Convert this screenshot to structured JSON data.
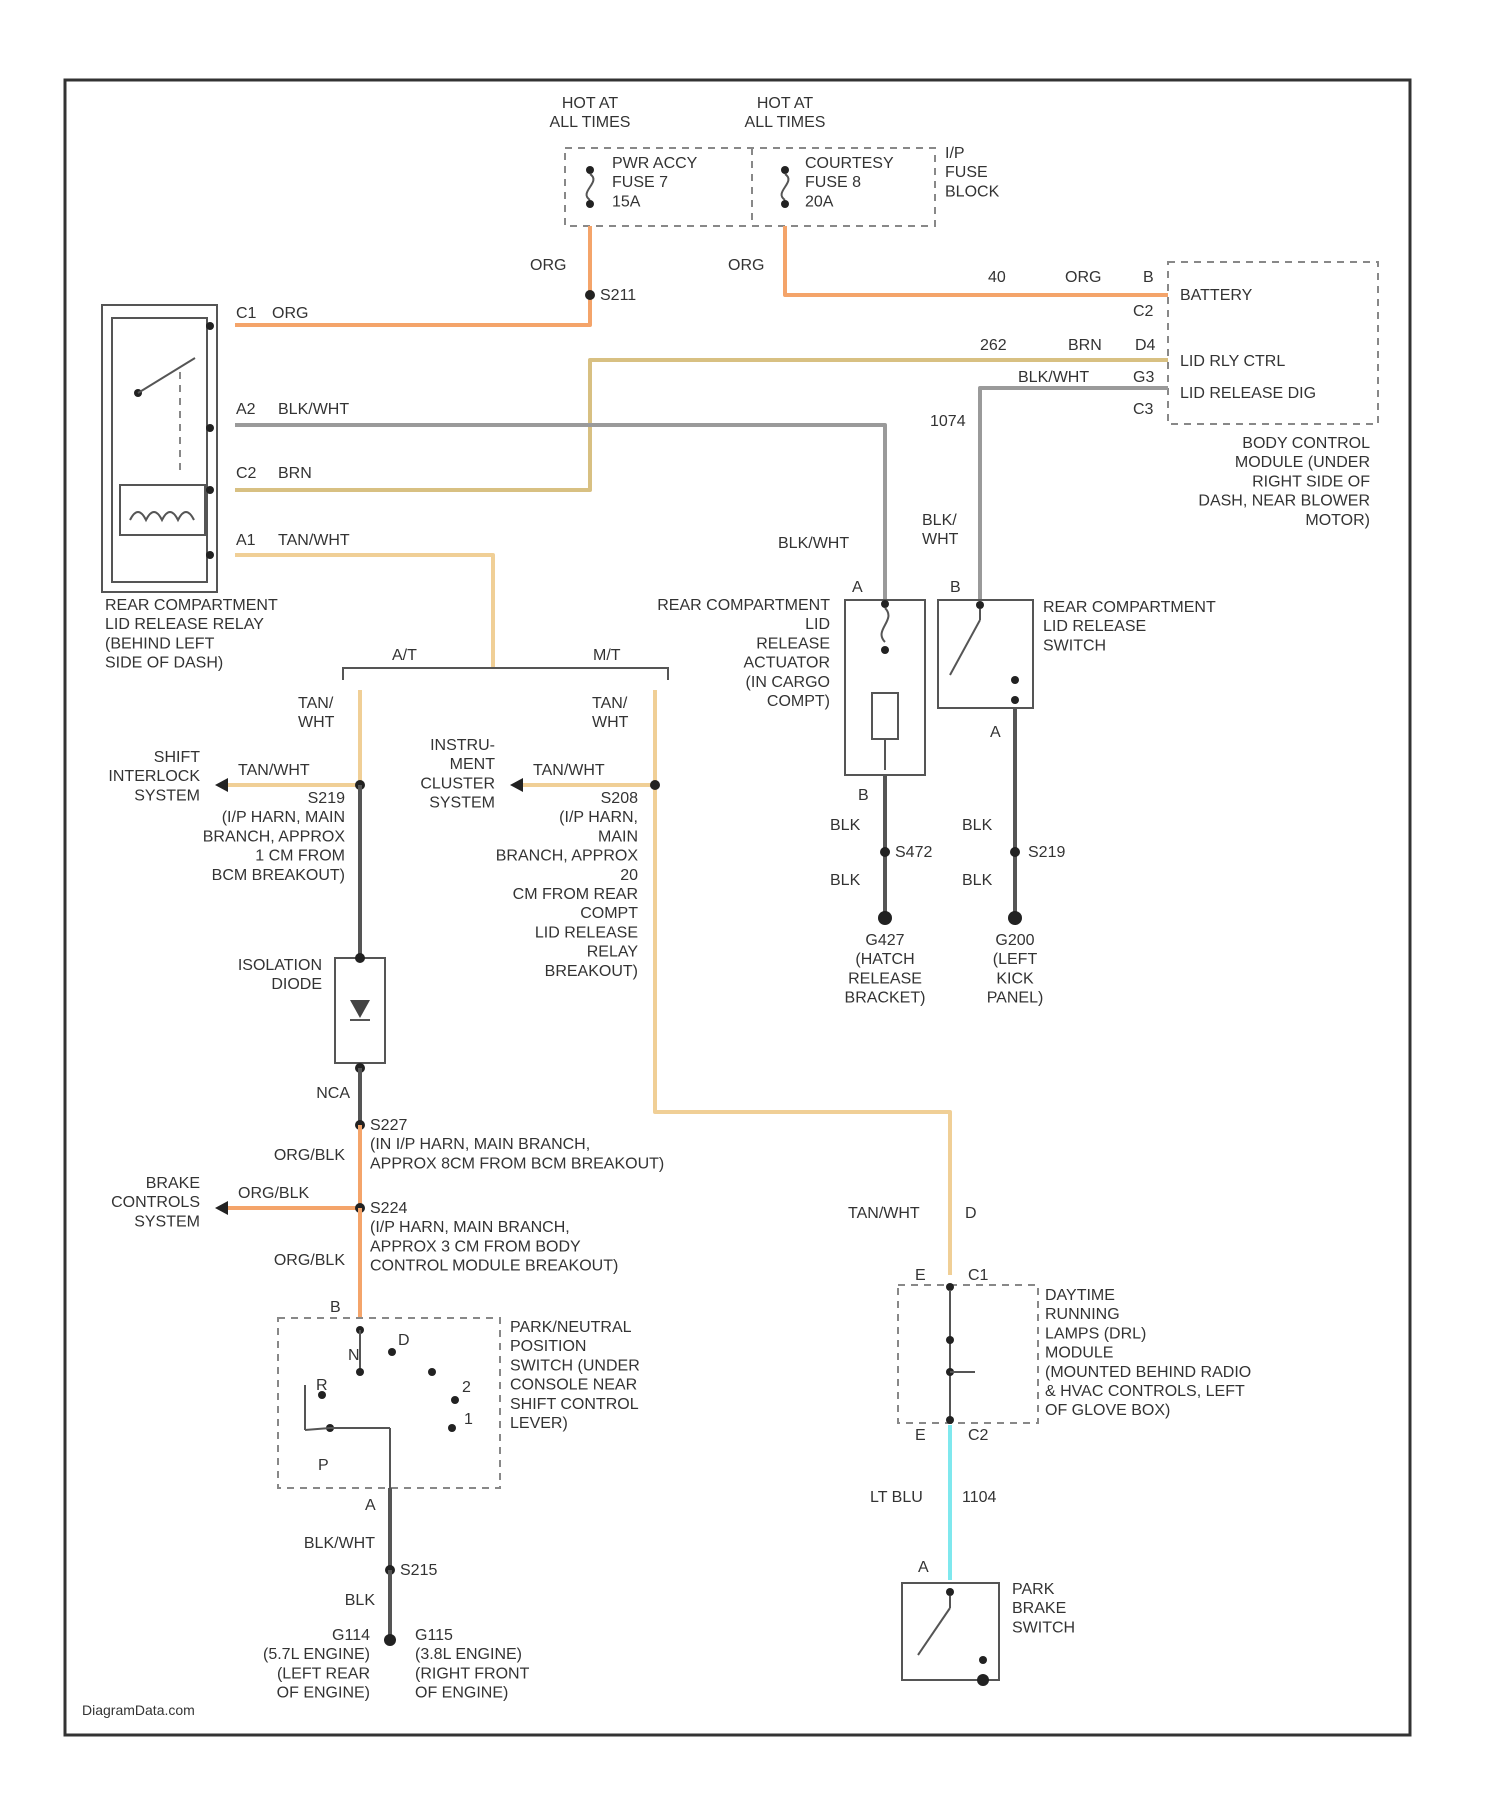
{
  "colors": {
    "org": "#f4a46a",
    "tan_wht": "#f0cf96",
    "brn": "#d8c082",
    "blk_wht": "#9a9a9a",
    "blk": "#555555",
    "lt_blu": "#7fe8ee",
    "frame": "#333333"
  },
  "fuse_block": {
    "hot1": "HOT AT\nALL TIMES",
    "hot2": "HOT AT\nALL TIMES",
    "fuse1": "PWR ACCY\nFUSE 7\n15A",
    "fuse2": "COURTESY\nFUSE 8\n20A",
    "name": "I/P\nFUSE\nBLOCK"
  },
  "wires": {
    "org_left": "ORG",
    "org_right": "ORG",
    "splice_s211": "S211",
    "bat_circuit": "40",
    "bat_color": "ORG",
    "bat_pin": "B",
    "c1_label": "C1",
    "c1_color": "ORG",
    "a2_label": "A2",
    "a2_color": "BLK/WHT",
    "c2_label": "C2",
    "c2_color": "BRN",
    "a1_label": "A1",
    "a1_color": "TAN/WHT",
    "ctrl_circuit": "262",
    "ctrl_color": "BRN",
    "ctrl_pin": "D4",
    "dig_color": "BLK/WHT",
    "dig_pin": "G3",
    "c2_pin": "C2",
    "c3_pin": "C3",
    "circuit_1074": "1074",
    "blk_wht_sw": "BLK/\nWHT",
    "blk_wht_act": "BLK/WHT"
  },
  "bcm": {
    "pins": [
      "BATTERY",
      "LID RLY CTRL",
      "LID RELEASE DIG"
    ],
    "name": "BODY CONTROL\nMODULE (UNDER\nRIGHT SIDE OF\nDASH, NEAR BLOWER\nMOTOR)"
  },
  "relay": {
    "name": "REAR COMPARTMENT\nLID RELEASE RELAY\n(BEHIND LEFT\nSIDE OF DASH)"
  },
  "transmission": {
    "at": "A/T",
    "mt": "M/T",
    "at_wire": "TAN/\nWHT",
    "mt_wire": "TAN/\nWHT"
  },
  "shift_interlock": {
    "system": "SHIFT\nINTERLOCK\nSYSTEM",
    "wire": "TAN/WHT",
    "splice": "S219\n(I/P HARN, MAIN\nBRANCH, APPROX\n1 CM FROM\nBCM BREAKOUT)",
    "nca": "NCA"
  },
  "cluster": {
    "system": "INSTRU-\nMENT\nCLUSTER\nSYSTEM",
    "wire": "TAN/WHT",
    "splice": "S208\n(I/P HARN,\nMAIN\nBRANCH, APPROX\n20\nCM FROM REAR\nCOMPT\nLID RELEASE\nRELAY\nBREAKOUT)"
  },
  "actuator": {
    "name": "REAR COMPARTMENT\nLID\nRELEASE\nACTUATOR\n(IN CARGO\nCOMPT)",
    "pin_a": "A",
    "pin_b": "B",
    "blk1": "BLK",
    "splice": "S472",
    "blk2": "BLK",
    "ground": "G427\n(HATCH\nRELEASE\nBRACKET)"
  },
  "lid_switch": {
    "name": "REAR COMPARTMENT\nLID RELEASE\nSWITCH",
    "pin_b": "B",
    "pin_a": "A",
    "blk1": "BLK",
    "splice": "S219",
    "blk2": "BLK",
    "ground": "G200\n(LEFT\nKICK\nPANEL)"
  },
  "diode": {
    "name": "ISOLATION\nDIODE",
    "nca": "NCA"
  },
  "s227": {
    "wire": "ORG/BLK",
    "splice": "S227\n(IN I/P HARN, MAIN BRANCH,\nAPPROX 8CM FROM BCM BREAKOUT)"
  },
  "brake": {
    "system": "BRAKE\nCONTROLS\nSYSTEM",
    "wire": "ORG/BLK",
    "splice": "S224\n(I/P HARN, MAIN BRANCH,\nAPPROX 3 CM FROM BODY\nCONTROL MODULE BREAKOUT)",
    "wire2": "ORG/BLK"
  },
  "pn_switch": {
    "name": "PARK/NEUTRAL\nPOSITION\nSWITCH (UNDER\nCONSOLE NEAR\nSHIFT CONTROL\nLEVER)",
    "pin_b": "B",
    "pin_a": "A",
    "positions": [
      "N",
      "D",
      "R",
      "2",
      "1",
      "P"
    ],
    "wire": "BLK/WHT",
    "splice": "S215",
    "blk": "BLK",
    "ground1": "G114\n(5.7L ENGINE)\n(LEFT REAR\nOF ENGINE)",
    "ground2": "G115\n(3.8L ENGINE)\n(RIGHT FRONT\nOF ENGINE)"
  },
  "drl": {
    "wire": "TAN/WHT",
    "circuit": "D",
    "pin_e": "E",
    "c1": "C1",
    "pin_e2": "E",
    "c2": "C2",
    "name": "DAYTIME\nRUNNING\nLAMPS (DRL)\nMODULE\n(MOUNTED BEHIND RADIO\n& HVAC CONTROLS, LEFT\nOF GLOVE BOX)"
  },
  "park_brake": {
    "wire": "LT BLU",
    "circuit": "1104",
    "pin": "A",
    "name": "PARK\nBRAKE\nSWITCH"
  },
  "watermark": "DiagramData.com"
}
